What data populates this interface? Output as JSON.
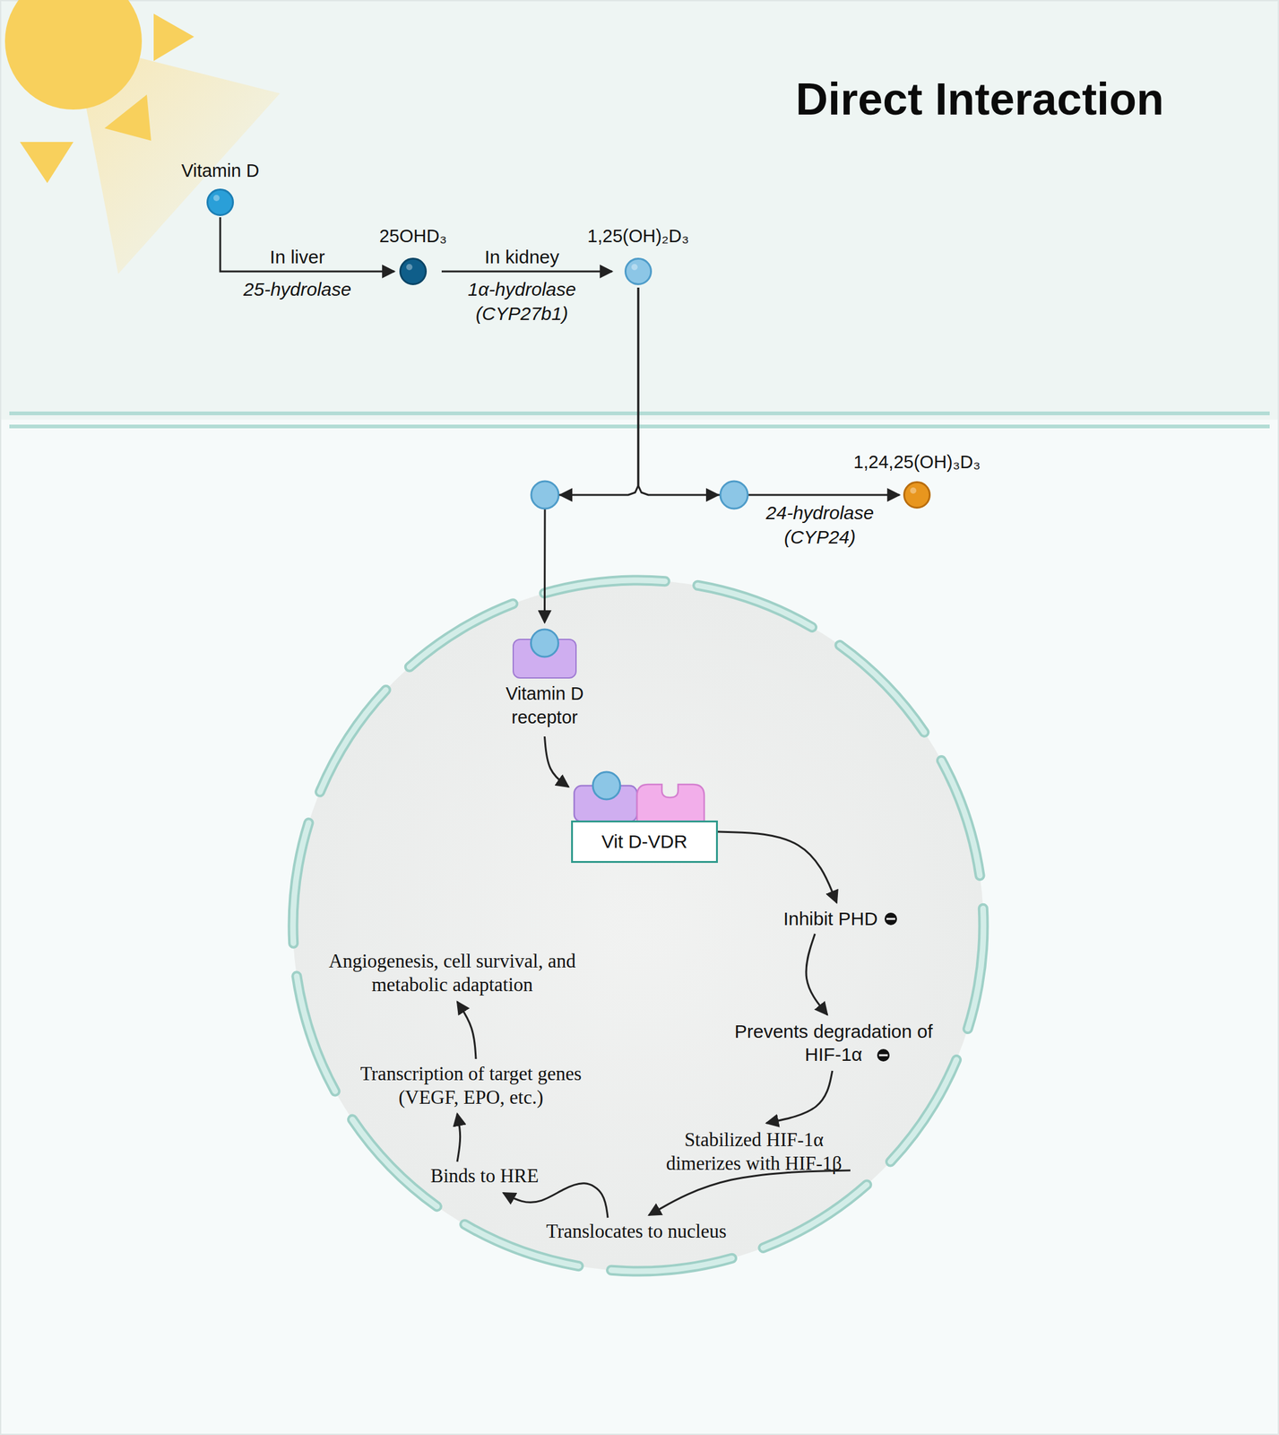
{
  "diagram": {
    "title": "Direct Interaction",
    "nodes": [
      {
        "text": [
          "Vitamin D"
        ]
      },
      {
        "text": [
          "25OHD₃"
        ]
      },
      {
        "text": [
          "1,25(OH)₂D₃"
        ]
      },
      {
        "text": [
          "1,24,25(OH)₃D₃"
        ]
      },
      {
        "text": [
          "Vitamin D receptor"
        ]
      },
      {
        "text": [
          "Vit D-VDR"
        ]
      },
      {
        "text": [
          "Inhibit PHD"
        ]
      },
      {
        "text": [
          "Prevents degradation of HIF-1α"
        ]
      },
      {
        "text": [
          "Stabilized HIF-1α dimerizes with HIF-1β"
        ]
      },
      {
        "text": [
          "Translocates to nucleus"
        ]
      },
      {
        "text": [
          "Binds to HRE"
        ]
      },
      {
        "text": [
          "Transcription of target genes (VEGF, EPO, etc.)"
        ]
      },
      {
        "text": [
          "Angiogenesis, cell survival, and metabolic adaptation"
        ]
      }
    ],
    "edges": [
      {
        "from": 0,
        "to": 1,
        "arrow": "to",
        "label": "In liver"
      },
      {
        "from": 1,
        "to": 2,
        "arrow": "to",
        "label": "In kidney"
      },
      {
        "from": 2,
        "to": 4,
        "arrow": "to"
      },
      {
        "from": 2,
        "to": 3,
        "arrow": "to",
        "label": "24-hydrolase (CYP24)"
      },
      {
        "from": 4,
        "to": 5,
        "arrow": "to"
      },
      {
        "from": 5,
        "to": 6,
        "arrow": "to"
      },
      {
        "from": 6,
        "to": 7,
        "arrow": "to"
      },
      {
        "from": 7,
        "to": 8,
        "arrow": "to"
      },
      {
        "from": 8,
        "to": 9,
        "arrow": "to"
      },
      {
        "from": 9,
        "to": 10,
        "arrow": "to"
      },
      {
        "from": 10,
        "to": 11,
        "arrow": "to"
      },
      {
        "from": 11,
        "to": 12,
        "arrow": "to"
      }
    ],
    "labels": [
      "25-hydrolase",
      "1α-hydrolase (CYP27b1)"
    ]
  }
}
